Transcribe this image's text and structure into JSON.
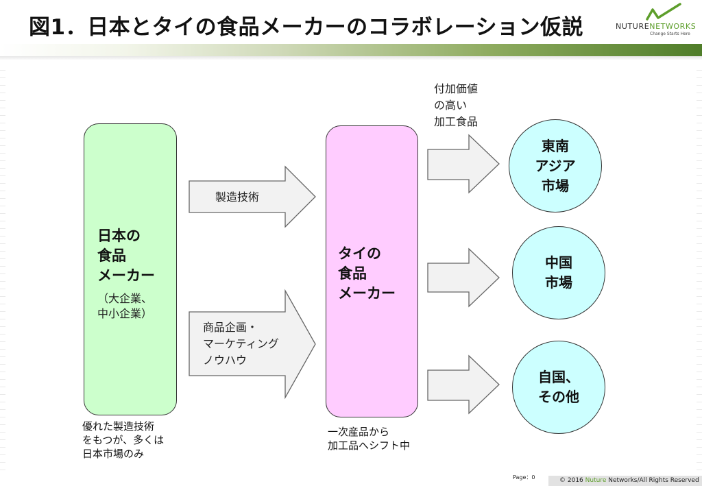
{
  "title": "図1．日本とタイの食品メーカーのコラボレーション仮説",
  "logo": {
    "name_part1": "NUTURE",
    "name_part2": "NETWORKS",
    "tagline": "Change Starts Here"
  },
  "japan_box": {
    "title": "日本の\n食品\nメーカー",
    "sub": "（大企業、\n中小企業）",
    "note": "優れた製造技術\nをもつが、多くは\n日本市場のみ"
  },
  "thai_box": {
    "title": "タイの\n食品\nメーカー",
    "note": "一次産品から\n加工品へシフト中"
  },
  "arrows": {
    "tech": "製造技術",
    "knowhow": "商品企画・\nマーケティング\nノウハウ",
    "value_note": "付加価値\nの高い\n加工食品"
  },
  "markets": {
    "asean": "東南\nアジア\n市場",
    "china": "中国\n市場",
    "home": "自国、\nその他"
  },
  "footer": {
    "page": "Page：0",
    "copy_pre": "© 2016 ",
    "copy_brand": "Nuture",
    "copy_post": " Networks/All Rights Reserved"
  }
}
